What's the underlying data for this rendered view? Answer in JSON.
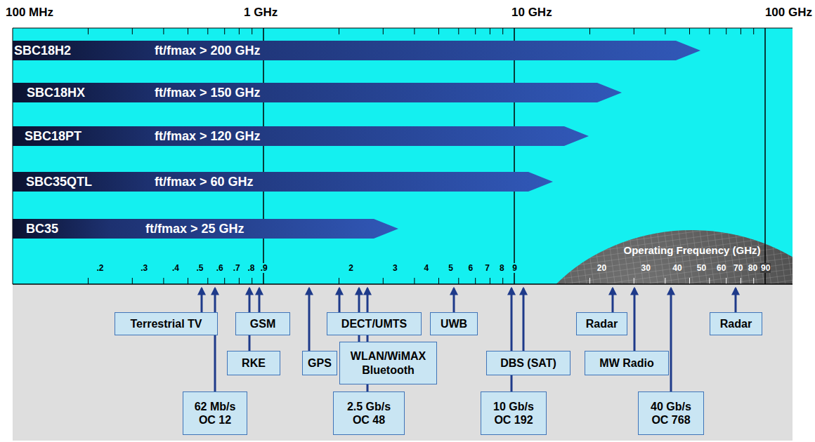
{
  "diagram": {
    "nodes": [
      {
        "text": [
          "SBC18H2",
          "ft/fmax > 200 GHz"
        ]
      },
      {
        "text": [
          "SBC18HX",
          "ft/fmax > 150 GHz"
        ]
      },
      {
        "text": [
          "SBC18PT",
          "ft/fmax > 120 GHz"
        ]
      },
      {
        "text": [
          "SBC35QTL",
          "ft/fmax > 60 GHz"
        ]
      },
      {
        "text": [
          "BC35",
          "ft/fmax > 25 GHz"
        ]
      },
      {
        "text": [
          "Terrestrial TV"
        ]
      },
      {
        "text": [
          "GSM"
        ]
      },
      {
        "text": [
          "DECT/UMTS"
        ]
      },
      {
        "text": [
          "UWB"
        ]
      },
      {
        "text": [
          "Radar"
        ]
      },
      {
        "text": [
          "Radar"
        ]
      },
      {
        "text": [
          "RKE"
        ]
      },
      {
        "text": [
          "GPS"
        ]
      },
      {
        "text": [
          "WLAN/WiMAX Bluetooth"
        ]
      },
      {
        "text": [
          "DBS (SAT)"
        ]
      },
      {
        "text": [
          "MW Radio"
        ]
      },
      {
        "text": [
          "62 Mb/s OC 12"
        ]
      },
      {
        "text": [
          "2.5 Gb/s OC 48"
        ]
      },
      {
        "text": [
          "10 Gb/s OC 192"
        ]
      },
      {
        "text": [
          "40 Gb/s OC 768"
        ]
      }
    ],
    "labels": [
      "100 MHz",
      "1 GHz",
      "10 GHz",
      "100 GHz",
      "Operating Frequency (GHz)",
      ".2",
      ".3",
      ".4",
      ".5",
      ".6",
      ".7",
      ".8",
      ".9",
      "2",
      "3",
      "4",
      "5",
      "6",
      "7",
      "8",
      "9",
      "20",
      "30",
      "40",
      "50",
      "60",
      "70",
      "80",
      "90"
    ]
  }
}
